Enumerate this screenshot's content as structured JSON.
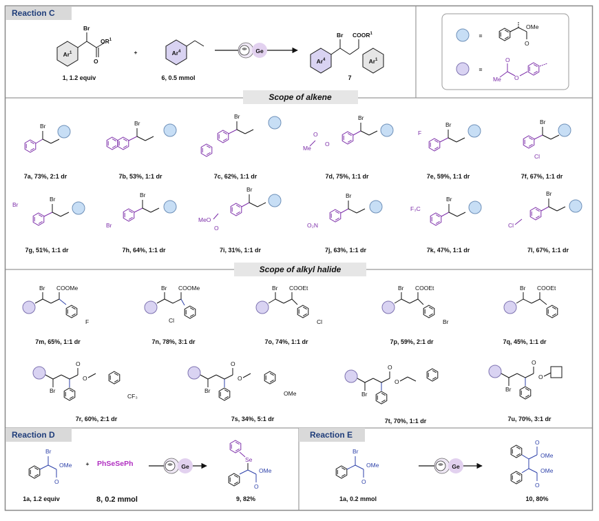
{
  "sections": {
    "reaction_c": "Reaction C",
    "scope_alkene": "Scope of alkene",
    "scope_alkyl_halide": "Scope of alkyl halide",
    "reaction_d": "Reaction D",
    "reaction_e": "Reaction E"
  },
  "scheme_c": {
    "reagent1_label": "1, 1.2 equiv",
    "reagent2_label": "6, 0.5 mmol",
    "product_label": "7",
    "plus": "+",
    "catalyst": "Ge"
  },
  "legend": {
    "equals": "=",
    "blue_group": "2-phenyl methyl acetate radical (COOMe)",
    "purple_group": "4-acetoxyphenyl"
  },
  "alkene_products": [
    {
      "label": "7a, 73%, 2:1 dr"
    },
    {
      "label": "7b, 53%, 1:1 dr"
    },
    {
      "label": "7c, 62%, 1:1 dr"
    },
    {
      "label": "7d, 75%, 1:1 dr"
    },
    {
      "label": "7e, 59%, 1:1 dr"
    },
    {
      "label": "7f, 67%, 1:1 dr"
    },
    {
      "label": "7g, 51%, 1:1 dr"
    },
    {
      "label": "7h, 64%, 1:1 dr"
    },
    {
      "label": "7i, 31%, 1:1 dr"
    },
    {
      "label": "7j, 63%, 1:1 dr"
    },
    {
      "label": "7k, 47%, 1:1 dr"
    },
    {
      "label": "7l, 67%, 1:1 dr"
    }
  ],
  "halide_products": [
    {
      "label": "7m, 65%, 1:1 dr"
    },
    {
      "label": "7n, 78%, 3:1 dr"
    },
    {
      "label": "7o, 74%, 1:1 dr"
    },
    {
      "label": "7p, 59%, 2:1 dr"
    },
    {
      "label": "7q, 45%, 1:1 dr"
    },
    {
      "label": "7r, 60%, 2:1 dr"
    },
    {
      "label": "7s, 34%, 5:1 dr"
    },
    {
      "label": "7t, 70%, 1:1 dr"
    },
    {
      "label": "7u, 70%, 3:1 dr"
    }
  ],
  "scheme_d": {
    "reagent1_label": "1a, 1.2 equiv",
    "reagent2_name": "PhSeSePh",
    "reagent2_label": "8, 0.2 mmol",
    "product_label": "9, 82%",
    "plus": "+",
    "catalyst": "Ge"
  },
  "scheme_e": {
    "reagent_label": "1a, 0.2 mmol",
    "product_label": "10, 80%",
    "catalyst": "Ge"
  },
  "colors": {
    "blue_bubble": "#c7def5",
    "purple_bubble": "#d9d3f2",
    "purple_text": "#7b2ca8",
    "header_bg": "#d9d9d9",
    "banner_bg": "#e6e6e6"
  }
}
